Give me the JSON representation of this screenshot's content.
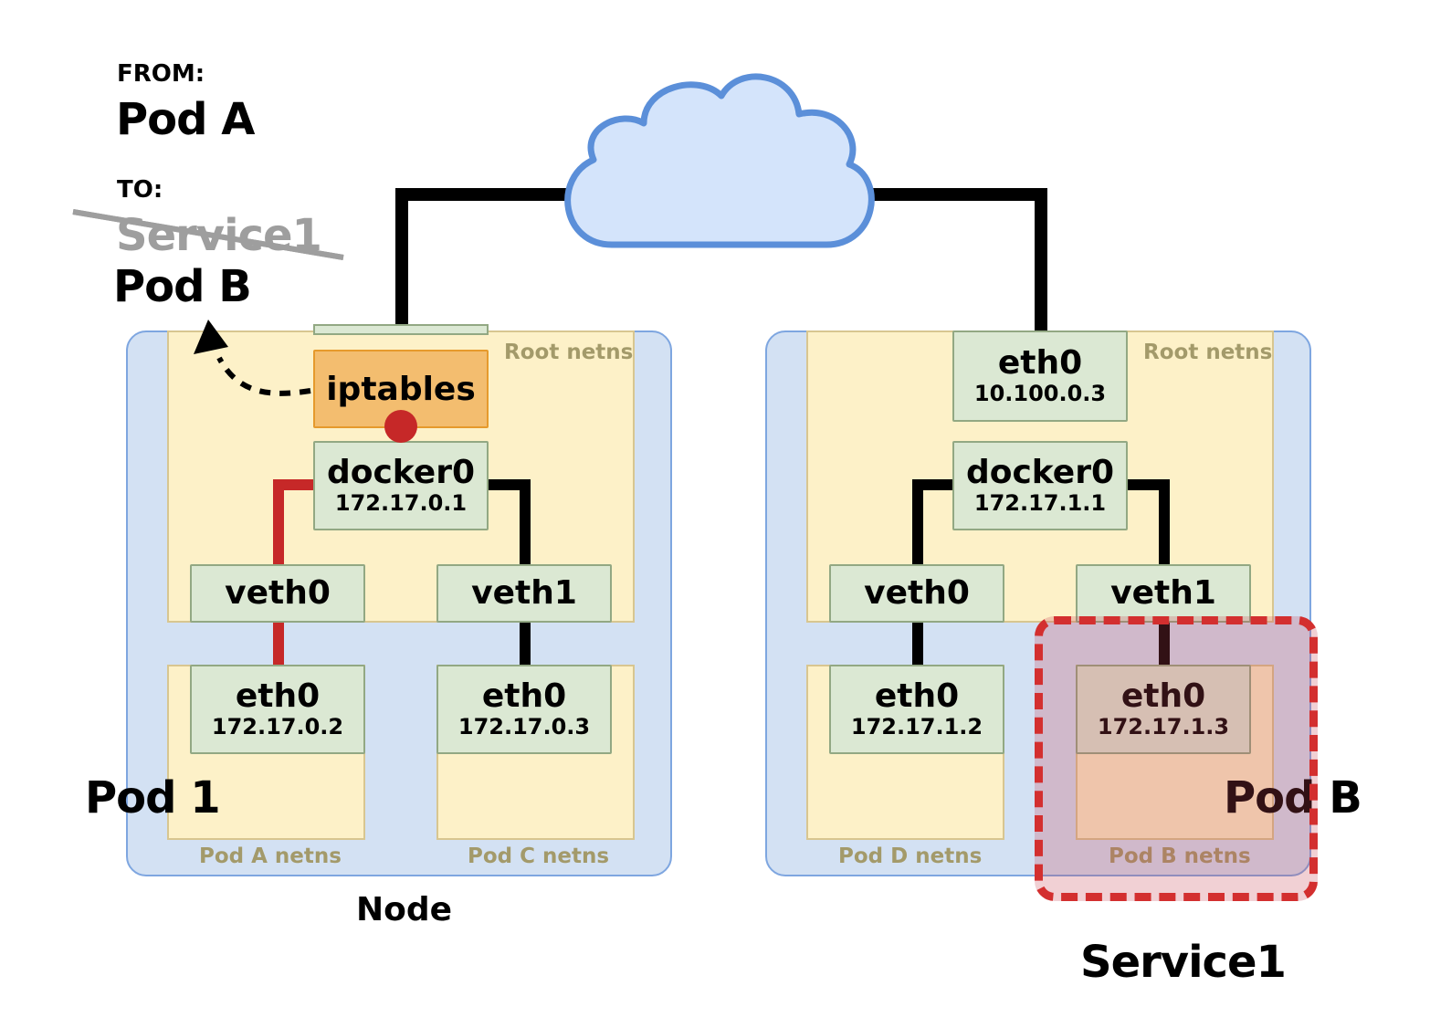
{
  "legend": {
    "from_label": "FROM:",
    "from_value": "Pod A",
    "to_label": "TO:",
    "to_old_value": "Service1",
    "to_new_value": "Pod B"
  },
  "node_left": {
    "root_netns": "Root netns",
    "iptables": "iptables",
    "docker0": {
      "name": "docker0",
      "ip": "172.17.0.1"
    },
    "veth0": "veth0",
    "veth1": "veth1",
    "pod_a_eth0": {
      "name": "eth0",
      "ip": "172.17.0.2"
    },
    "pod_c_eth0": {
      "name": "eth0",
      "ip": "172.17.0.3"
    },
    "pod_a_netns": "Pod A netns",
    "pod_c_netns": "Pod C netns",
    "pod_label": "Pod 1",
    "caption": "Node"
  },
  "node_right": {
    "root_netns": "Root netns",
    "eth0": {
      "name": "eth0",
      "ip": "10.100.0.3"
    },
    "docker0": {
      "name": "docker0",
      "ip": "172.17.1.1"
    },
    "veth0": "veth0",
    "veth1": "veth1",
    "pod_d_eth0": {
      "name": "eth0",
      "ip": "172.17.1.2"
    },
    "pod_b_eth0": {
      "name": "eth0",
      "ip": "172.17.1.3"
    },
    "pod_d_netns": "Pod D netns",
    "pod_b_netns": "Pod B netns",
    "pod_label": "Pod B",
    "service_caption": "Service1"
  },
  "colors": {
    "route_highlight": "#c62828",
    "cloud_fill": "#d4e4fb",
    "cloud_stroke": "#5b8fd9",
    "service_border": "#d32f2f"
  }
}
